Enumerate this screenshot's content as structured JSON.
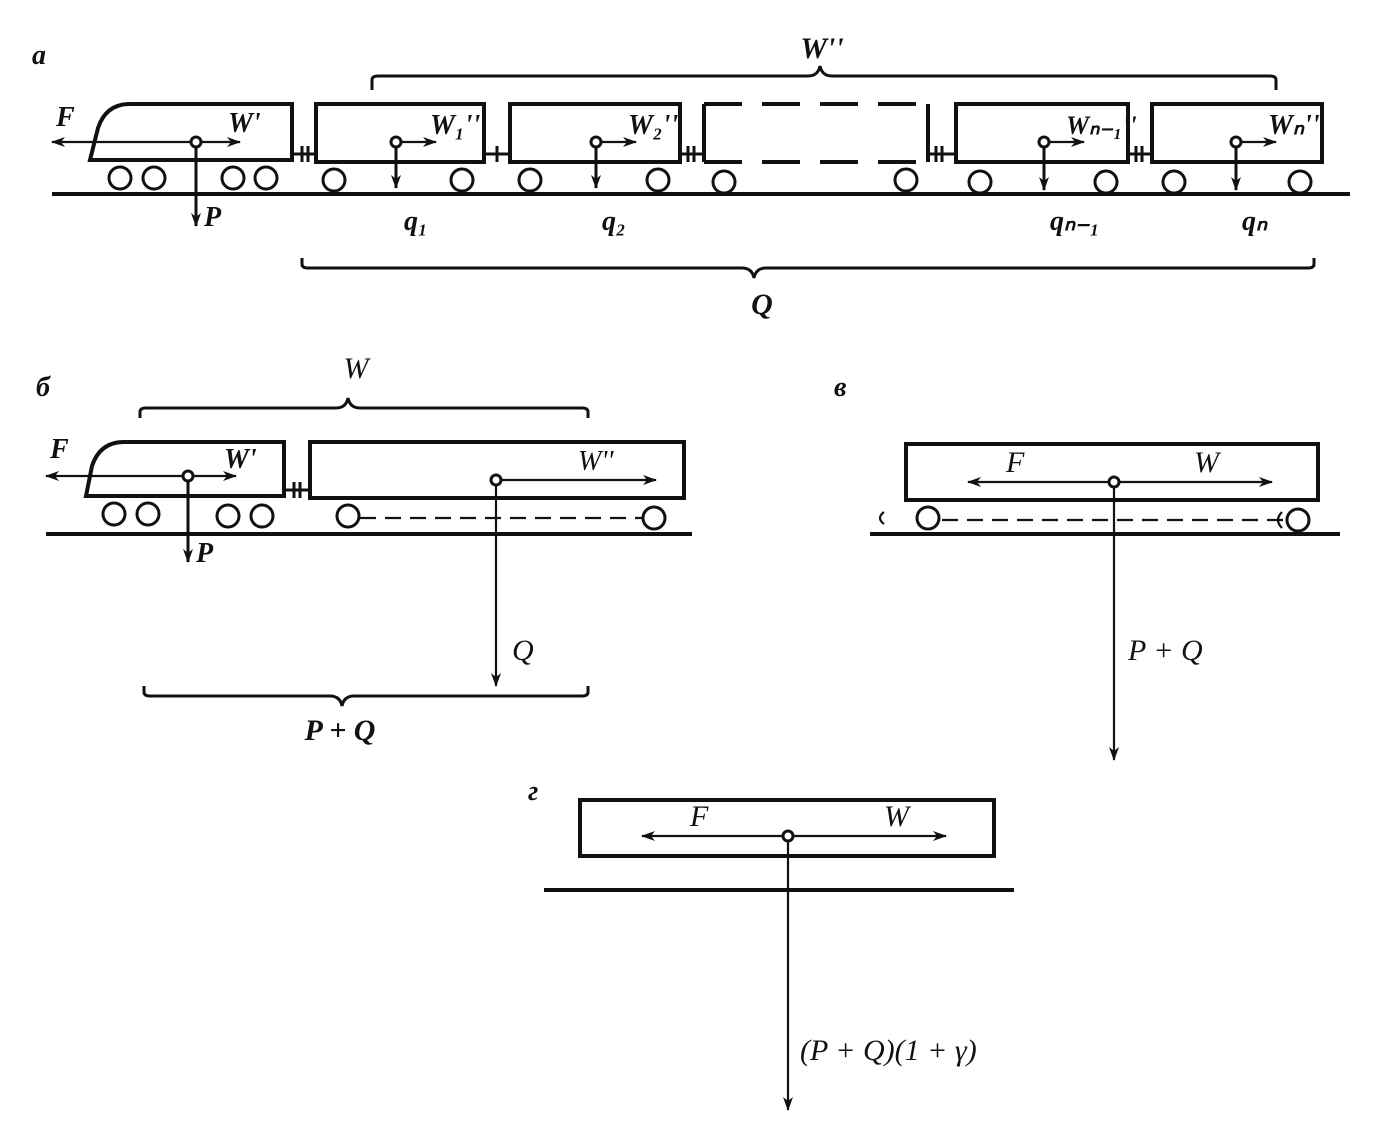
{
  "panels": {
    "a": {
      "label": "а",
      "total_resistance": "W''",
      "tractive_force": "F",
      "loco_resistance": "W'",
      "loco_weight": "P",
      "wagon_resistances": [
        "W₁''",
        "W₂''",
        "Wₙ₋₁''",
        "Wₙ''"
      ],
      "wagon_weights": [
        "q₁",
        "q₂",
        "qₙ₋₁",
        "qₙ"
      ],
      "train_weight": "Q"
    },
    "b": {
      "label": "б",
      "total_resistance": "W",
      "tractive_force": "F",
      "loco_resistance": "W'",
      "loco_weight": "P",
      "wagons_resistance": "W''",
      "wagons_weight": "Q",
      "total_weight": "P + Q"
    },
    "v": {
      "label": "в",
      "tractive_force": "F",
      "resistance": "W",
      "total_weight": "P + Q"
    },
    "g": {
      "label": "г",
      "tractive_force": "F",
      "resistance": "W",
      "total_weight": "(P + Q)(1 + γ)"
    }
  }
}
